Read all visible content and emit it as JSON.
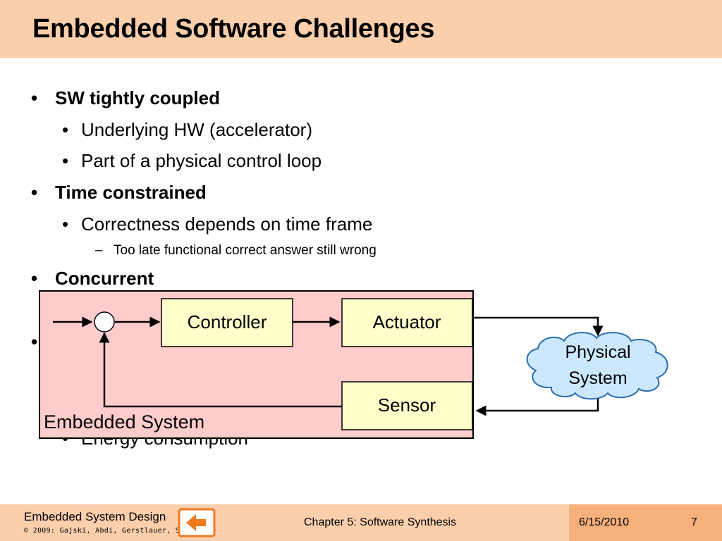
{
  "title": "Embedded Software Challenges",
  "bullets": {
    "b1": "SW tightly coupled",
    "b1_1": "Underlying HW (accelerator)",
    "b1_2": "Part of a physical control loop",
    "b2": "Time constrained",
    "b2_1": "Correctness depends on time frame",
    "b2_1_1": "Too late functional correct answer still wrong",
    "b3": "Concurrent",
    "b5_1": "Energy consumption"
  },
  "diagram": {
    "controller": "Controller",
    "actuator": "Actuator",
    "sensor": "Sensor",
    "physical_line1": "Physical",
    "physical_line2": "System",
    "embedded_system": "Embedded System"
  },
  "footer": {
    "course": "Embedded System Design",
    "copyright": "© 2009: Gajski, Abdi, Gerstlauer, Schirner",
    "chapter": "Chapter 5: Software Synthesis",
    "date": "6/15/2010",
    "page": "7"
  },
  "colors": {
    "header_bg": "#fbcfac",
    "embedded_box": "#ffcccc",
    "block_fill": "#ffffcc",
    "cloud_fill": "#cce8ff",
    "footer_date_bg": "#f6b07c",
    "logo_orange": "#f07a20"
  }
}
